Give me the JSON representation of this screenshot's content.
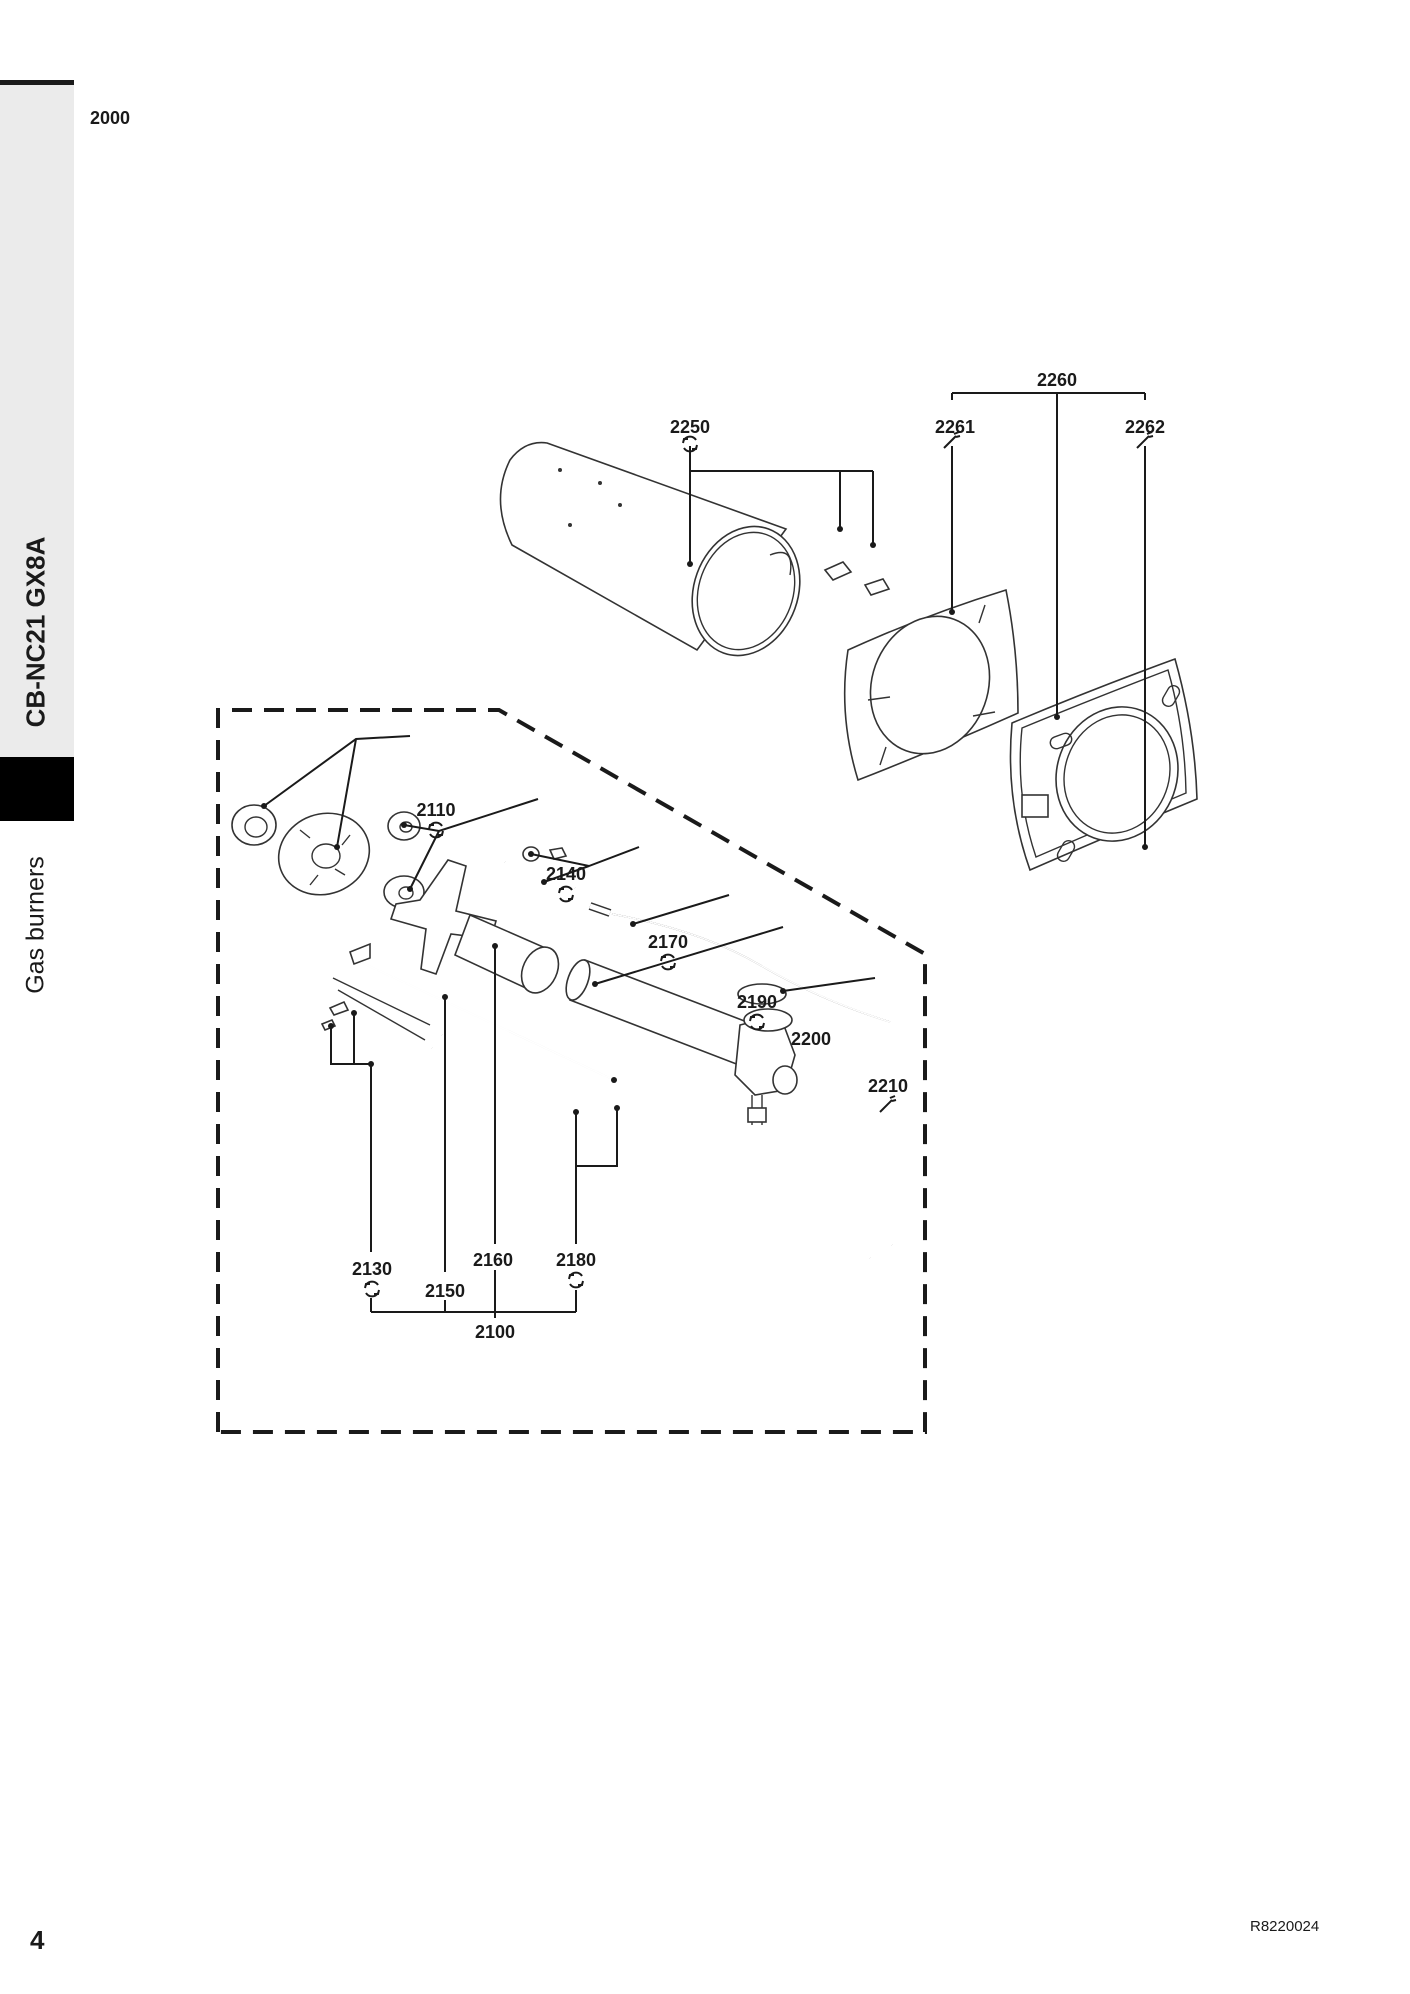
{
  "sidebar": {
    "model": "CB-NC21 GX8A",
    "section": "Gas burners"
  },
  "section_number": "2000",
  "page_number": "4",
  "reference": "R8220024",
  "callouts": {
    "c2100": "2100",
    "c2110": "2110",
    "c2130": "2130",
    "c2140": "2140",
    "c2150": "2150",
    "c2160": "2160",
    "c2170": "2170",
    "c2180": "2180",
    "c2190": "2190",
    "c2200": "2200",
    "c2210": "2210",
    "c2250": "2250",
    "c2260": "2260",
    "c2261": "2261",
    "c2262": "2262"
  },
  "icons": {
    "rotate": "rotate-arrows-icon",
    "wrench": "wrench-icon"
  }
}
